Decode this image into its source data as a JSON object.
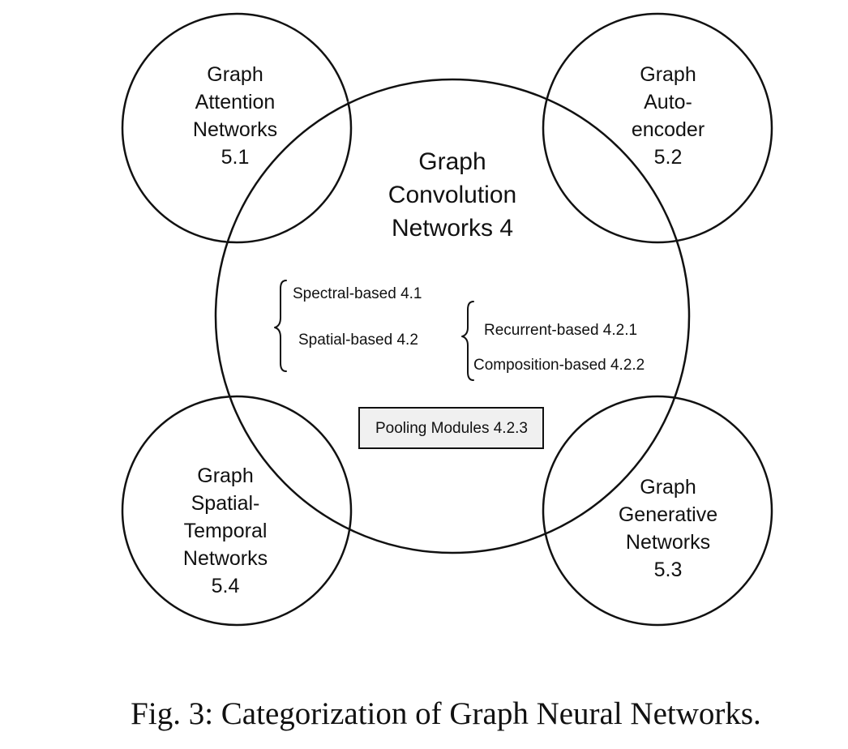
{
  "diagram": {
    "center": {
      "lines": [
        "Graph",
        "Convolution",
        "Networks 4"
      ]
    },
    "satellites": {
      "gat": {
        "lines": [
          "Graph",
          "Attention",
          "Networks",
          "5.1"
        ]
      },
      "gae": {
        "lines": [
          "Graph",
          "Auto-",
          "encoder",
          "5.2"
        ]
      },
      "gstn": {
        "lines": [
          "Graph",
          "Spatial-",
          "Temporal",
          "Networks",
          "5.4"
        ]
      },
      "ggn": {
        "lines": [
          "Graph",
          "Generative",
          "Networks",
          "5.3"
        ]
      }
    },
    "gcn_branches": {
      "spectral": "Spectral-based 4.1",
      "spatial": "Spatial-based 4.2",
      "recurrent": "Recurrent-based 4.2.1",
      "composition": "Composition-based 4.2.2"
    },
    "pooling_box": "Pooling Modules 4.2.3"
  },
  "caption": "Fig. 3: Categorization of Graph Neural Networks."
}
